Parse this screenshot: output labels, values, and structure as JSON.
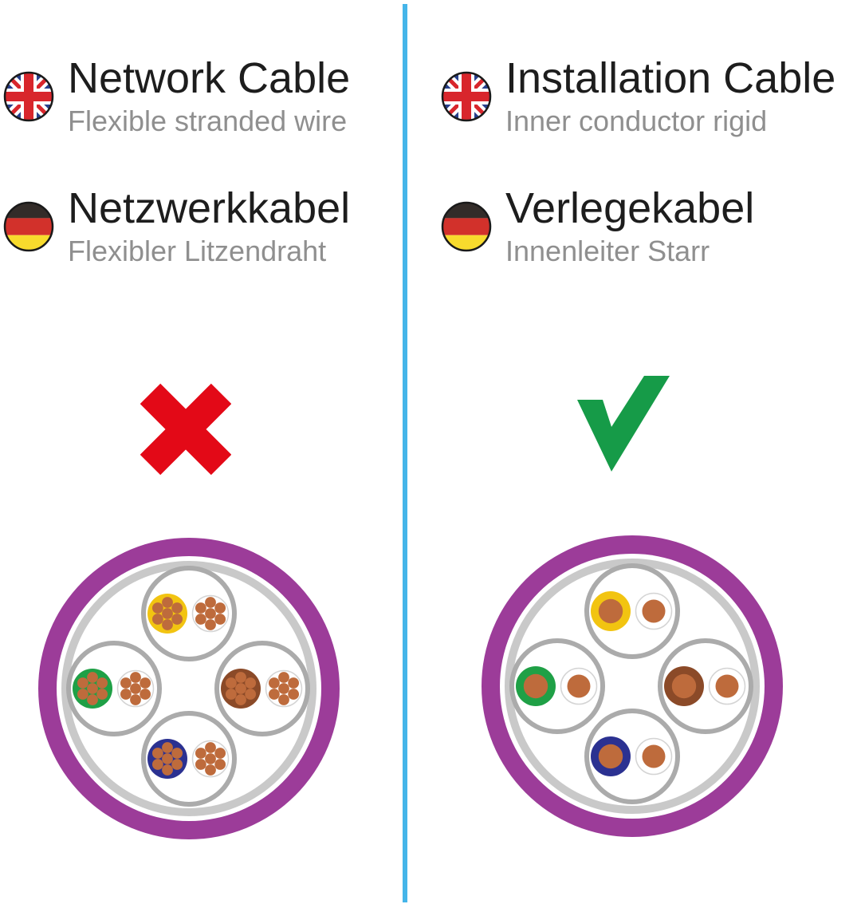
{
  "sections": {
    "left": {
      "en": {
        "title": "Network Cable",
        "subtitle": "Flexible stranded wire"
      },
      "de": {
        "title": "Netzwerkkabel",
        "subtitle": "Flexibler Litzendraht"
      },
      "verdict": "rejected"
    },
    "right": {
      "en": {
        "title": "Installation Cable",
        "subtitle": "Inner conductor rigid"
      },
      "de": {
        "title": "Verlegekabel",
        "subtitle": "Innenleiter Starr"
      },
      "verdict": "approved"
    }
  },
  "icons": {
    "english_flag": "uk-flag",
    "german_flag": "germany-flag",
    "left_verdict": "red-cross-mark",
    "right_verdict": "green-check-mark"
  },
  "colors": {
    "title": "#1D1D1D",
    "subtitle": "#8F8F8F",
    "divider": "#45B5E9",
    "reject": "#E30917",
    "approve": "#169B48",
    "jacket": "#9C3C99",
    "shield": "#C9C9C9",
    "pair_border": "#ABABAB",
    "white_wire_border": "#D4D4D4",
    "copper": "#BE6B3C",
    "wire_yellow": "#F2C411",
    "wire_green": "#1FA046",
    "wire_brown": "#8B4A28",
    "wire_blue": "#2B3191"
  },
  "cables": {
    "left": {
      "style": "stranded",
      "strands_per_wire": 7,
      "pairs": [
        {
          "position": "top",
          "color_name": "yellow"
        },
        {
          "position": "left",
          "color_name": "green"
        },
        {
          "position": "right",
          "color_name": "brown"
        },
        {
          "position": "bottom",
          "color_name": "blue"
        }
      ]
    },
    "right": {
      "style": "solid",
      "strands_per_wire": 1,
      "pairs": [
        {
          "position": "top",
          "color_name": "yellow"
        },
        {
          "position": "left",
          "color_name": "green"
        },
        {
          "position": "right",
          "color_name": "brown"
        },
        {
          "position": "bottom",
          "color_name": "blue"
        }
      ]
    }
  }
}
